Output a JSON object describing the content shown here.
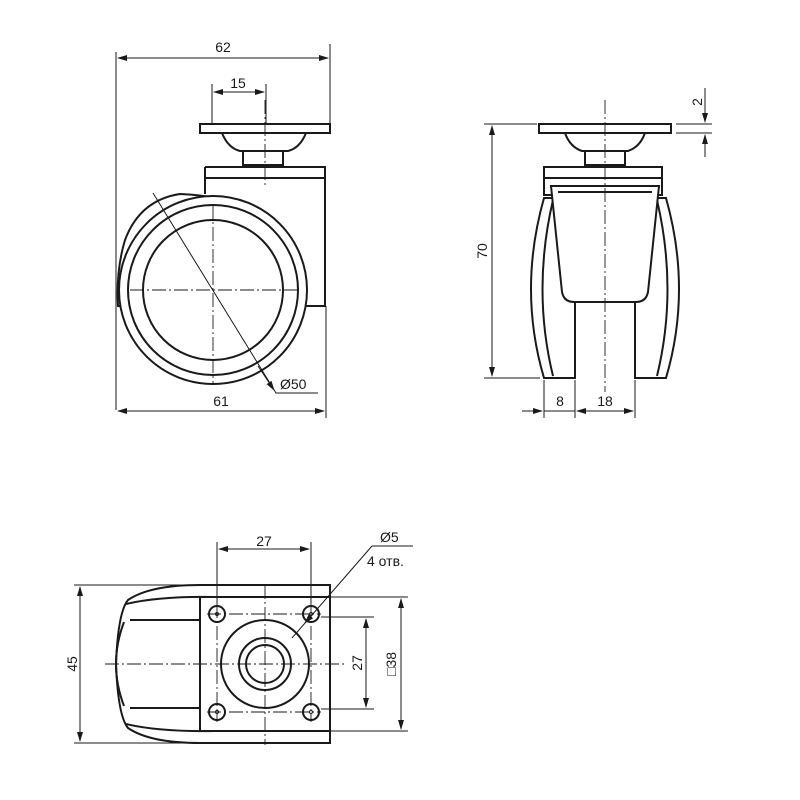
{
  "drawing": {
    "colors": {
      "line": "#1a1a1a",
      "background": "#ffffff"
    },
    "side_view": {
      "width_top": "62",
      "plate_offset": "15",
      "wheel_diameter": "Ø50",
      "width_bottom": "61"
    },
    "front_view": {
      "plate_thickness": "2",
      "height": "70",
      "wheel_width": "8",
      "fork_gap": "18"
    },
    "top_view": {
      "hole_spacing_x": "27",
      "hole_diameter": "Ø5",
      "hole_count": "4 отв.",
      "width": "45",
      "hole_spacing_y": "27",
      "plate_size": "□38"
    }
  }
}
